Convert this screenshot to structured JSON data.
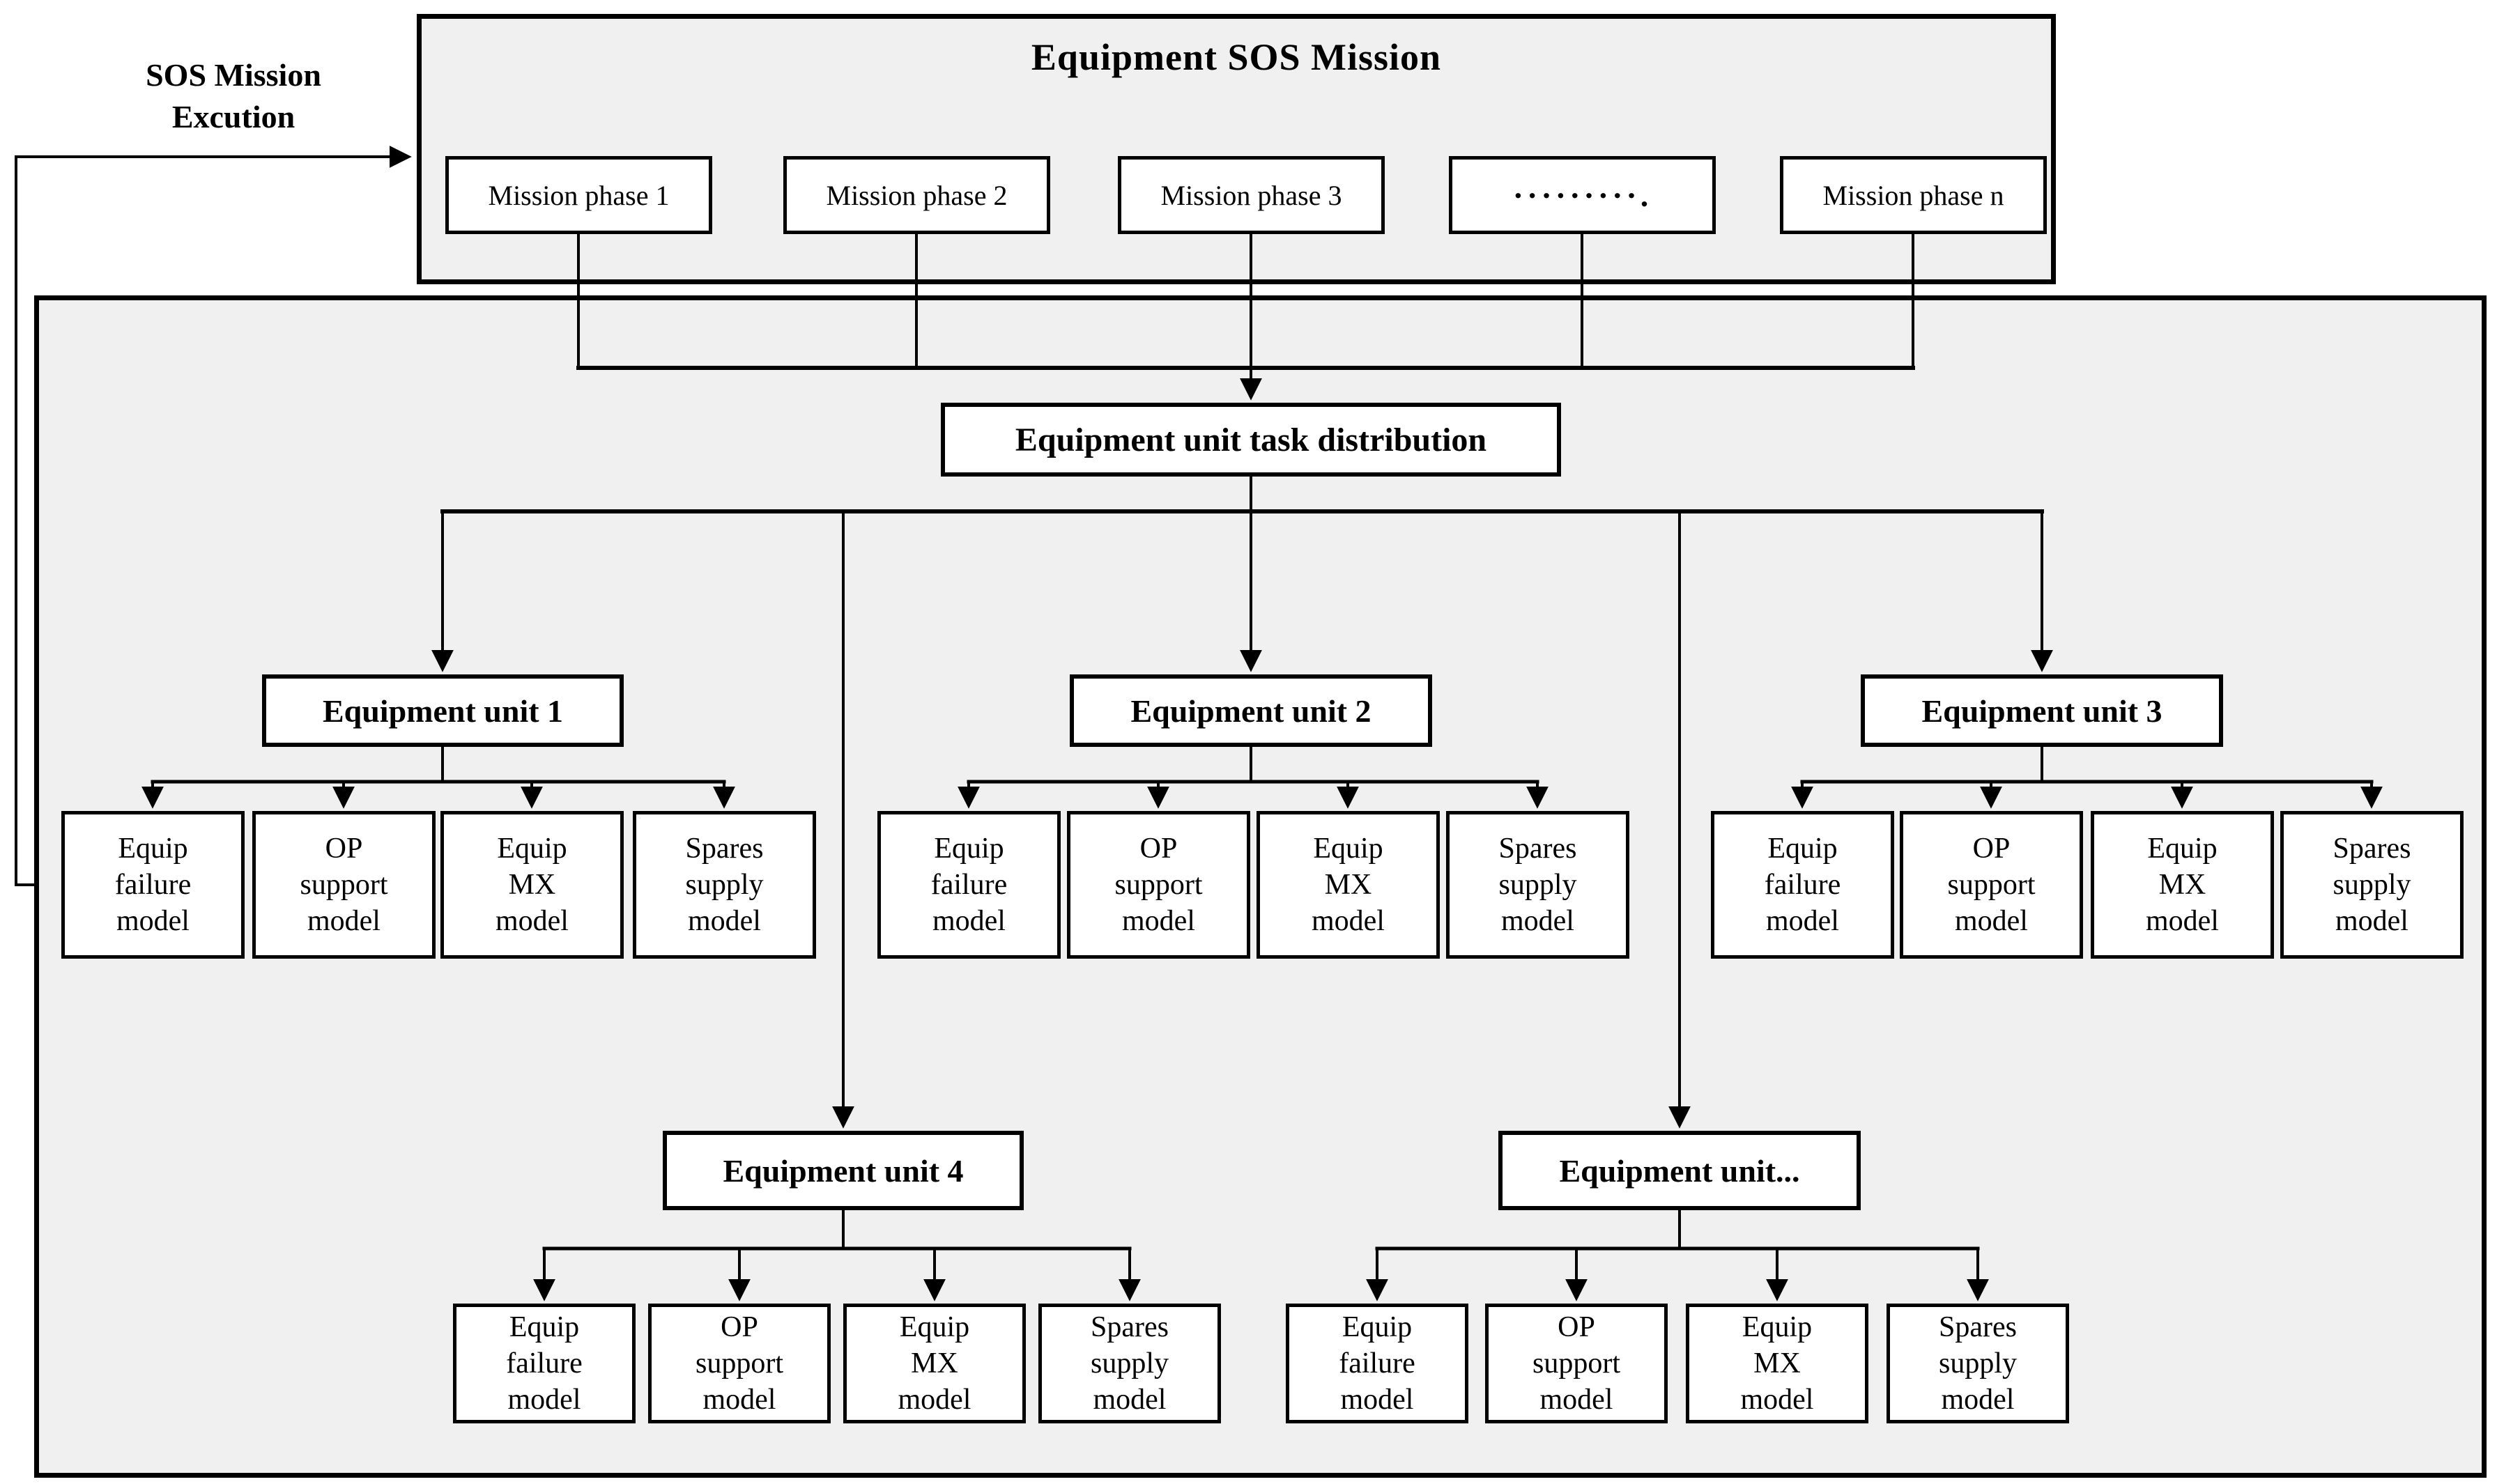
{
  "side_label": "SOS Mission\nExcution",
  "sos_mission": {
    "title": "Equipment SOS Mission",
    "phases": [
      "Mission phase 1",
      "Mission phase 2",
      "Mission phase 3",
      "·········.",
      "Mission phase n"
    ]
  },
  "task_distribution": {
    "label": "Equipment unit task distribution"
  },
  "units": [
    {
      "label": "Equipment unit 1",
      "models": [
        "Equip\nfailure\nmodel",
        "OP\nsupport\nmodel",
        "Equip\nMX\nmodel",
        "Spares\nsupply\nmodel"
      ]
    },
    {
      "label": "Equipment unit 2",
      "models": [
        "Equip\nfailure\nmodel",
        "OP\nsupport\nmodel",
        "Equip\nMX\nmodel",
        "Spares\nsupply\nmodel"
      ]
    },
    {
      "label": "Equipment unit 3",
      "models": [
        "Equip\nfailure\nmodel",
        "OP\nsupport\nmodel",
        "Equip\nMX\nmodel",
        "Spares\nsupply\nmodel"
      ]
    },
    {
      "label": "Equipment unit 4",
      "models": [
        "Equip\nfailure\nmodel",
        "OP\nsupport\nmodel",
        "Equip\nMX\nmodel",
        "Spares\nsupply\nmodel"
      ]
    },
    {
      "label": "Equipment unit...",
      "models": [
        "Equip\nfailure\nmodel",
        "OP\nsupport\nmodel",
        "Equip\nMX\nmodel",
        "Spares\nsupply\nmodel"
      ]
    }
  ],
  "colors": {
    "page_bg": "#ffffff",
    "container_fill": "#f0f0f0",
    "box_fill": "#ffffff",
    "border": "#000000",
    "line": "#000000",
    "text": "#000000"
  }
}
